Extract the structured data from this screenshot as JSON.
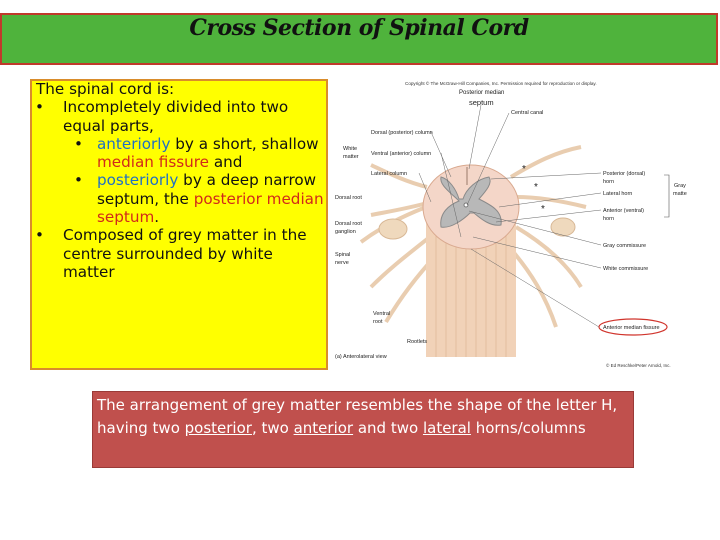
{
  "slide": {
    "title": "Cross Section of Spinal Cord",
    "intro": "The spinal cord is:",
    "bullets": {
      "b1": "Incompletely divided into two equal parts,",
      "b1a_pre": "anteriorly",
      "b1a_mid": " by a short, shallow ",
      "b1a_red": "median fissure",
      "b1a_post": " and",
      "b1b_pre": "posteriorly",
      "b1b_mid": " by a deep narrow septum, the ",
      "b1b_red": "posterior median septum",
      "b1b_post": ".",
      "b2": "Composed of grey matter in the centre surrounded by white matter"
    },
    "caption": {
      "part1": "The arrangement of grey matter resembles the shape of the letter H, having two ",
      "u1": "posterior",
      "part2": ", two ",
      "u2": "anterior",
      "part3": " and two ",
      "u3": "lateral",
      "part4": " horns/columns"
    }
  },
  "diagram": {
    "copyright": "Copyright © The McGraw-Hill Companies, Inc. Permission required for reproduction or display.",
    "labels": {
      "posterior_median": "Posterior median",
      "septum": "septum",
      "central_canal": "Central canal",
      "dorsal_column": "Dorsal (posterior) column",
      "white_matter": "White",
      "white_matter2": "matter",
      "ventral_column": "Ventral (anterior) column",
      "lateral_column": "Lateral column",
      "dorsal_root": "Dorsal root",
      "dorsal_root_ganglion": "Dorsal root",
      "dorsal_root_ganglion2": "ganglion",
      "spinal_nerve": "Spinal",
      "spinal_nerve2": "nerve",
      "ventral_root": "Ventral",
      "ventral_root2": "root",
      "rootlets": "Rootlets",
      "posterior_horn": "Posterior (dorsal)",
      "posterior_horn2": "horn",
      "grey_matter": "Gray",
      "grey_matter2": "matter",
      "lateral_horn": "Lateral horn",
      "anterior_horn": "Anterior (ventral)",
      "anterior_horn2": "horn",
      "grey_commissure": "Gray commissure",
      "white_commissure": "White commissure",
      "anterior_median_fissure": "Anterior median fissure",
      "view": "(a) Anterolateral view",
      "credit": "© Ed Reschke/Peter Arnold, Inc.",
      "star": "*"
    },
    "colors": {
      "cord": "#f4d6c8",
      "grey": "#b8b8b8",
      "fissure_circle": "#d0342c"
    }
  },
  "colors": {
    "title_bg": "#4fb33c",
    "title_border": "#c0392b",
    "yellow_box": "#ffff00",
    "caption_bg": "#c0504d",
    "blue_text": "#1f6fc5",
    "red_text": "#d12a1a"
  }
}
